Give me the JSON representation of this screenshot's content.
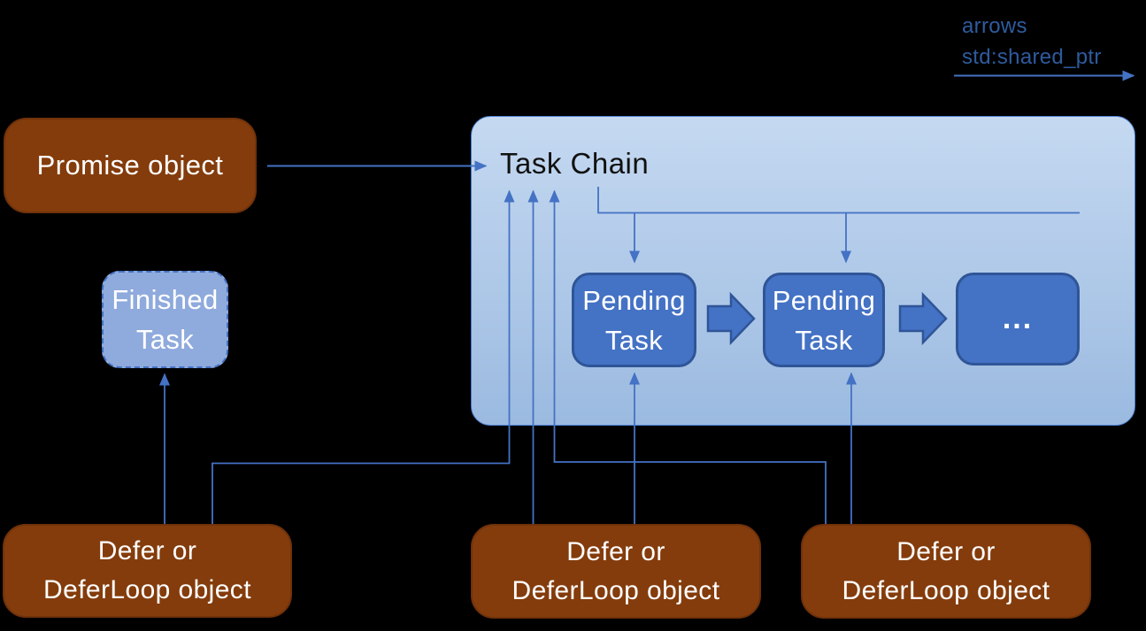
{
  "legend": {
    "line1": "arrows",
    "line2": "std:shared_ptr"
  },
  "nodes": {
    "promise": {
      "label": "Promise object"
    },
    "task_chain": {
      "title": "Task Chain"
    },
    "pending1": {
      "line1": "Pending",
      "line2": "Task"
    },
    "pending2": {
      "line1": "Pending",
      "line2": "Task"
    },
    "ellipsis": {
      "label": "..."
    },
    "finished": {
      "line1": "Finished",
      "line2": "Task"
    },
    "defer_left": {
      "line1": "Defer or",
      "line2": "DeferLoop object"
    },
    "defer_middle": {
      "line1": "Defer or",
      "line2": "DeferLoop object"
    },
    "defer_right": {
      "line1": "Defer or",
      "line2": "DeferLoop object"
    }
  },
  "colors": {
    "brown": "#843C0C",
    "brown_border": "#70320A",
    "blue": "#4472C4",
    "blue_dark": "#2F5597",
    "light_blue": "#8FAADC",
    "container_top": "#C5D9F1",
    "container_bottom": "#9BBAE0",
    "container_border": "#4C7FD0",
    "connector": "#4472C4",
    "legend_text": "#2E5B9E",
    "title_text": "#111111",
    "text_white": "#FFFFFF"
  }
}
